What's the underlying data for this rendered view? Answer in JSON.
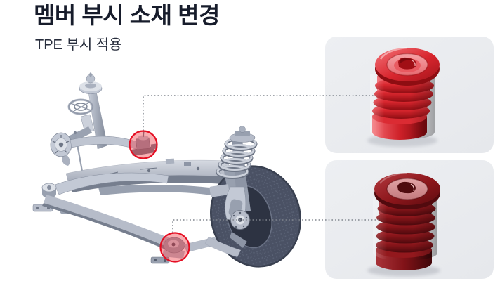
{
  "header": {
    "title": "멤버 부시 소재 변경",
    "subtitle": "TPE 부시 적용"
  },
  "colors": {
    "background": "#ffffff",
    "title_text": "#171c2b",
    "subtitle_text": "#272d3c",
    "panel_background": "#e9ebef",
    "accent_red": "#e50e23",
    "highlight_fill": "rgba(238,60,68,0.42)",
    "connector_gray": "#80858d",
    "bush_top_red": "#d8262e",
    "bush_bottom_red": "#8c161b"
  },
  "figure": {
    "illustration": "front-suspension-subframe-3d-render",
    "highlights": [
      {
        "id": "upper-member-bush-highlight"
      },
      {
        "id": "lower-member-bush-highlight"
      }
    ],
    "detail_panels": [
      {
        "id": "top",
        "content": "tpe-bush-bright-red"
      },
      {
        "id": "bottom",
        "content": "tpe-bush-dark-red"
      }
    ]
  }
}
